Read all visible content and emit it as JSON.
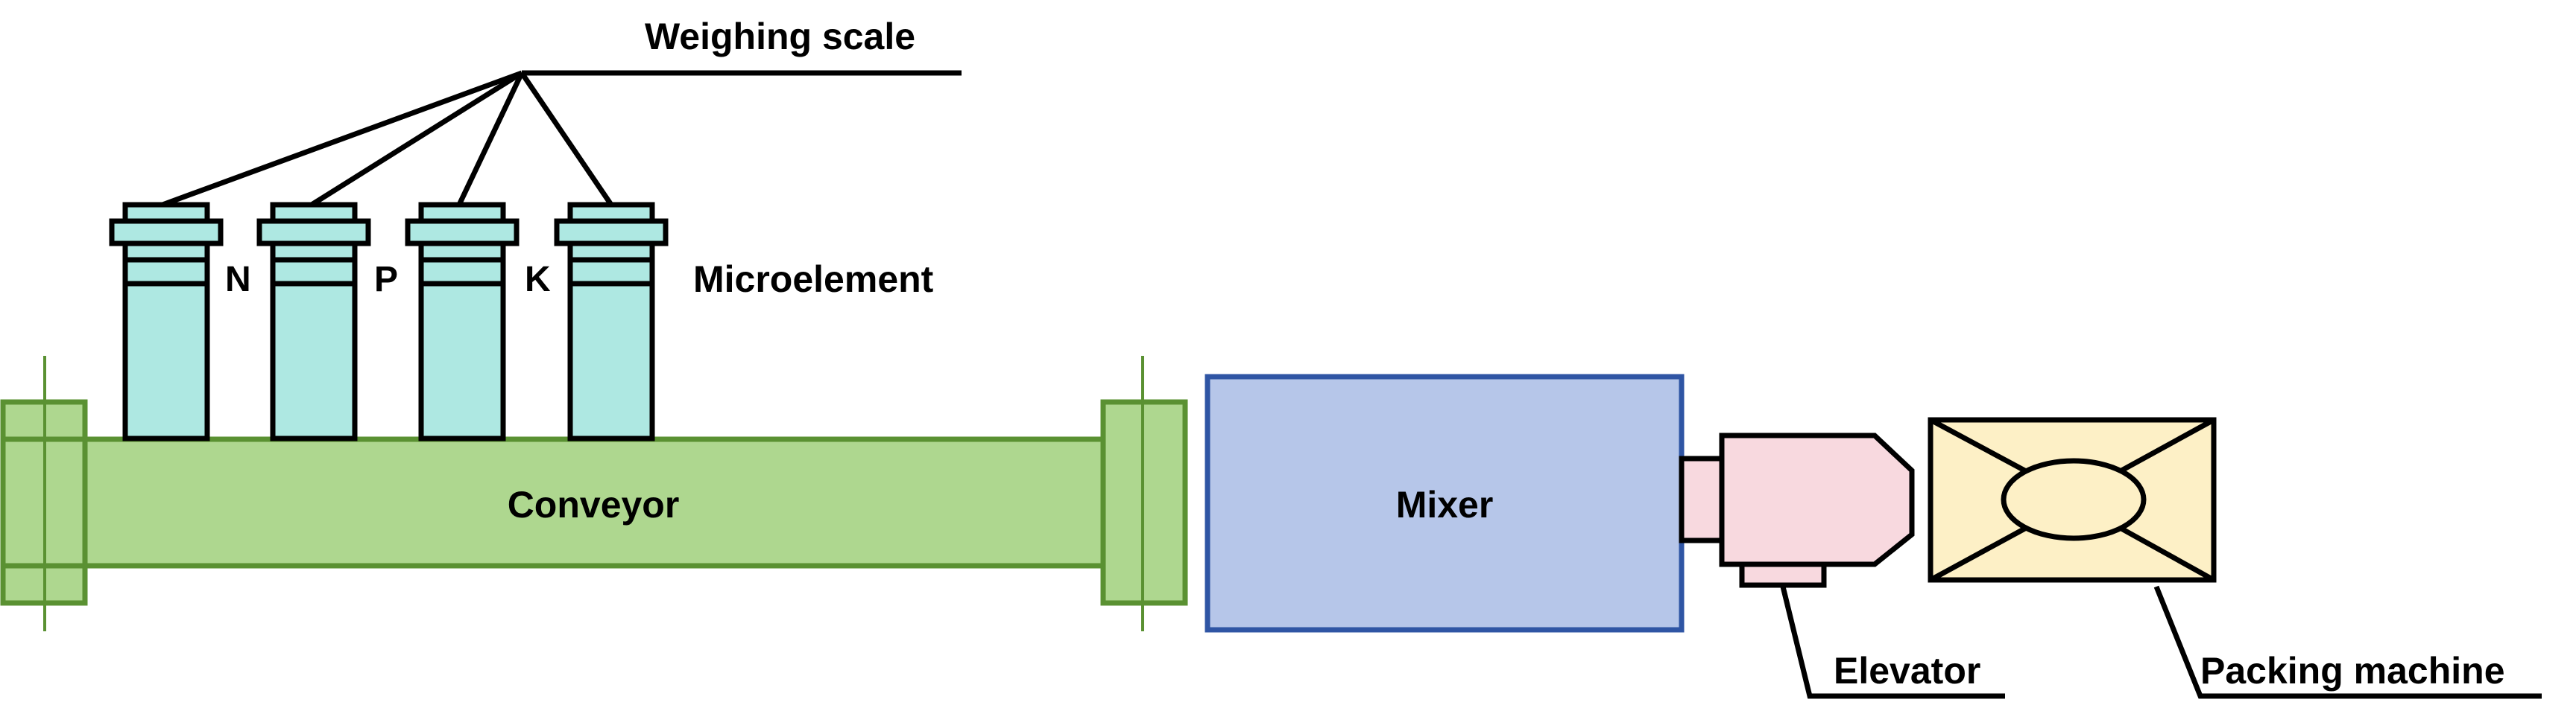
{
  "labels": {
    "weighing_scale": "Weighing scale",
    "hopper_n": "N",
    "hopper_p": "P",
    "hopper_k": "K",
    "microelement": "Microelement",
    "conveyor": "Conveyor",
    "mixer": "Mixer",
    "elevator": "Elevator",
    "packing_machine": "Packing machine"
  },
  "colors": {
    "line": "#000000",
    "hopper_fill": "#aee8e2",
    "conveyor_fill": "#aed78f",
    "conveyor_stroke": "#5a9132",
    "mixer_fill": "#b6c6e9",
    "mixer_stroke": "#2f55a4",
    "elevator_fill": "#f8d9df",
    "packing_fill": "#fdf0c6"
  }
}
